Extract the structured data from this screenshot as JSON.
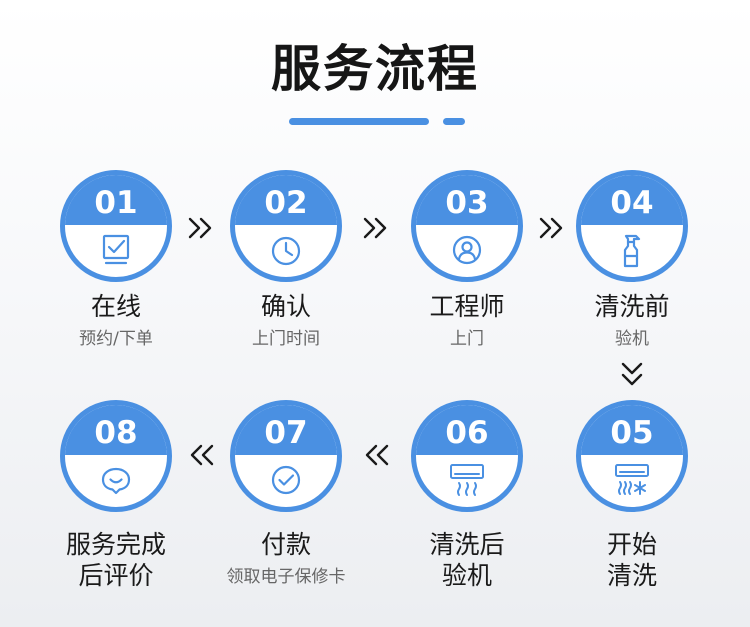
{
  "title": "服务流程",
  "colors": {
    "accent": "#4a90e2",
    "text": "#1a1a1a",
    "subtext": "#666666"
  },
  "steps": [
    {
      "num": "01",
      "label": "在线",
      "sub": "预约/下单",
      "icon": "checkbox-icon"
    },
    {
      "num": "02",
      "label": "确认",
      "sub": "上门时间",
      "icon": "clock-icon"
    },
    {
      "num": "03",
      "label": "工程师",
      "sub": "上门",
      "icon": "user-icon"
    },
    {
      "num": "04",
      "label": "清洗前",
      "sub": "验机",
      "icon": "spray-bottle-icon"
    },
    {
      "num": "05",
      "label_1": "开始",
      "label_2": "清洗",
      "icon": "ac-cooling-icon"
    },
    {
      "num": "06",
      "label_1": "清洗后",
      "label_2": "验机",
      "icon": "ac-airflow-icon"
    },
    {
      "num": "07",
      "label": "付款",
      "sub": "领取电子保修卡",
      "icon": "check-circle-icon"
    },
    {
      "num": "08",
      "label_1": "服务完成",
      "label_2": "后评价",
      "icon": "smile-chat-icon"
    }
  ]
}
